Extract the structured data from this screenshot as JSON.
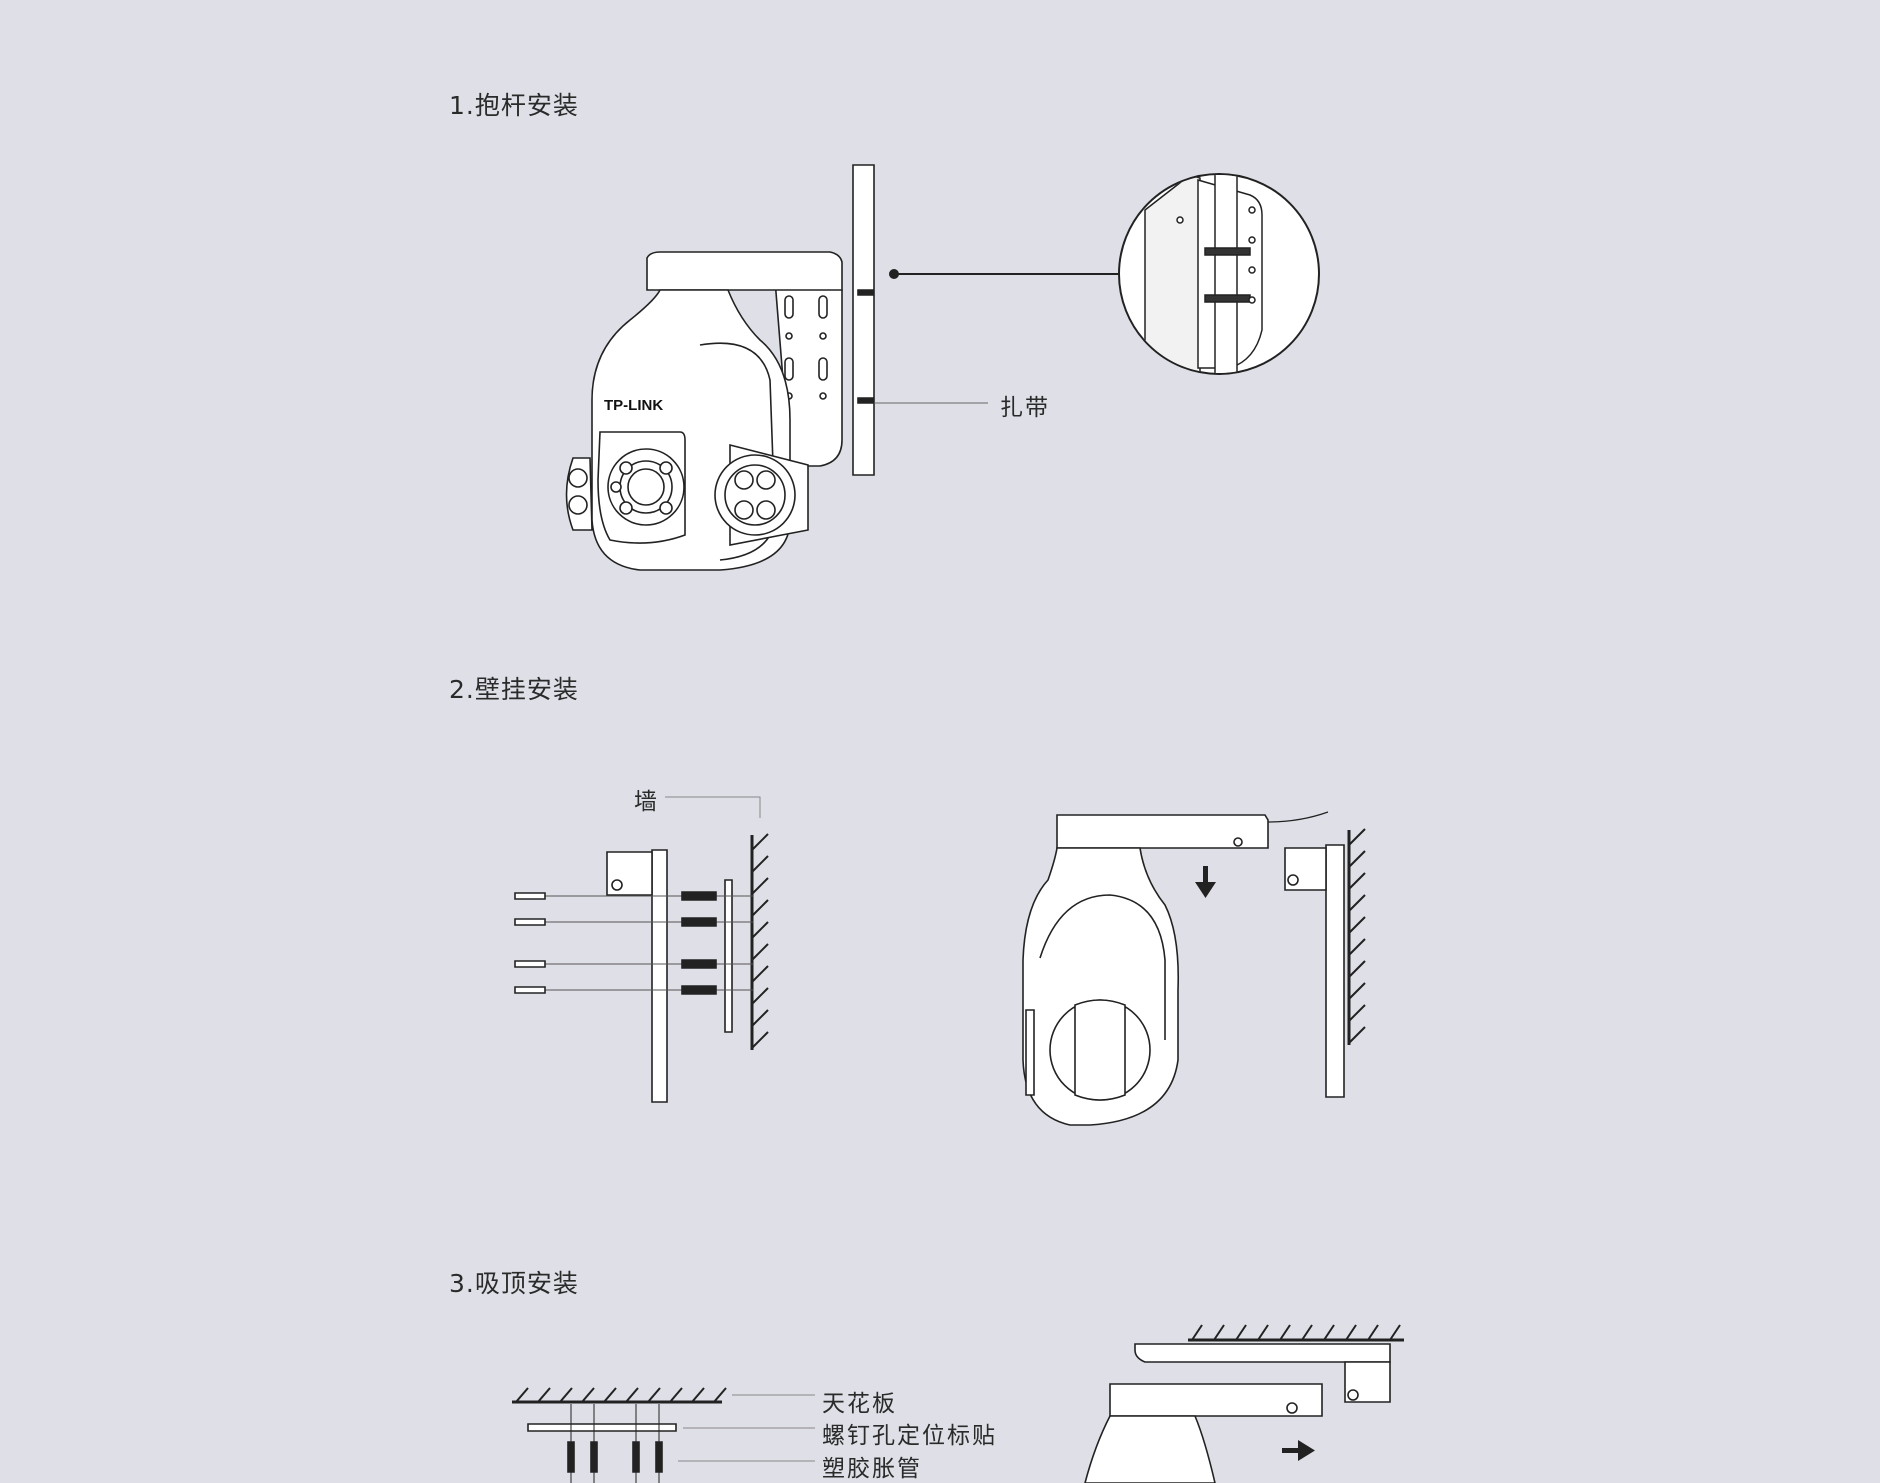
{
  "sections": {
    "pole": {
      "title": "1.抱杆安装",
      "strap_label": "扎带",
      "brand": "TP-LINK"
    },
    "wall": {
      "title": "2.壁挂安装",
      "wall_label": "墙"
    },
    "ceiling": {
      "title": "3.吸顶安装",
      "labels": [
        "天花板",
        "螺钉孔定位标贴",
        "塑胶胀管"
      ]
    }
  }
}
